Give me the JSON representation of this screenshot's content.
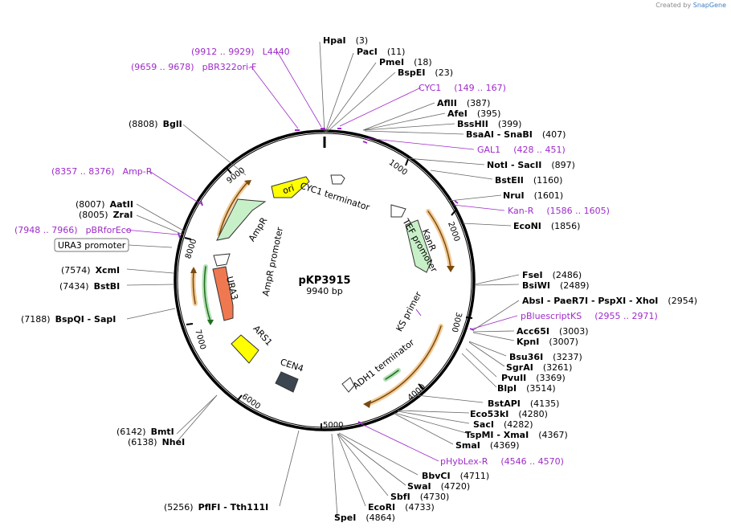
{
  "credit": {
    "prefix": "Created by",
    "brand": "SnapGene"
  },
  "plasmid": {
    "name": "pKP3915",
    "size": "9940 bp"
  },
  "tick_labels": [
    "1000",
    "2000",
    "3000",
    "4000",
    "5000",
    "6000",
    "7000",
    "8000",
    "9000"
  ],
  "sites_left": [
    {
      "pos": "(8808)",
      "name": "BglI"
    },
    {
      "pos": "(8007)",
      "name": "AatII"
    },
    {
      "pos": "(8005)",
      "name": "ZraI"
    },
    {
      "pos": "(7574)",
      "name": "XcmI"
    },
    {
      "pos": "(7434)",
      "name": "BstBI"
    },
    {
      "pos": "(7188)",
      "name": "BspQI  - SapI"
    },
    {
      "pos": "(6142)",
      "name": "BmtI"
    },
    {
      "pos": "(6138)",
      "name": "NheI"
    },
    {
      "pos": "(5256)",
      "name": "PflFI  - Tth111I"
    }
  ],
  "sites_right": [
    {
      "name": "HpaI",
      "pos": "(3)"
    },
    {
      "name": "PacI",
      "pos": "(11)"
    },
    {
      "name": "PmeI",
      "pos": "(18)"
    },
    {
      "name": "BspEI",
      "pos": "(23)"
    },
    {
      "name": "AflII",
      "pos": "(387)"
    },
    {
      "name": "AfeI",
      "pos": "(395)"
    },
    {
      "name": "BssHII",
      "pos": "(399)"
    },
    {
      "name": "BsaAI  - SnaBI",
      "pos": "(407)"
    },
    {
      "name": "NotI  - SacII",
      "pos": "(897)"
    },
    {
      "name": "BstEII",
      "pos": "(1160)"
    },
    {
      "name": "NruI",
      "pos": "(1601)"
    },
    {
      "name": "EcoNI",
      "pos": "(1856)"
    },
    {
      "name": "FseI",
      "pos": "(2486)"
    },
    {
      "name": "BsiWI",
      "pos": "(2489)"
    },
    {
      "name": "AbsI  - PaeR7I  - PspXI  - XhoI",
      "pos": "(2954)"
    },
    {
      "name": "Acc65I",
      "pos": "(3003)"
    },
    {
      "name": "KpnI",
      "pos": "(3007)"
    },
    {
      "name": "Bsu36I",
      "pos": "(3237)"
    },
    {
      "name": "SgrAI",
      "pos": "(3261)"
    },
    {
      "name": "PvuII",
      "pos": "(3369)"
    },
    {
      "name": "BlpI",
      "pos": "(3514)"
    },
    {
      "name": "BstAPI",
      "pos": "(4135)"
    },
    {
      "name": "Eco53kI",
      "pos": "(4280)"
    },
    {
      "name": "SacI",
      "pos": "(4282)"
    },
    {
      "name": "TspMI  - XmaI",
      "pos": "(4367)"
    },
    {
      "name": "SmaI",
      "pos": "(4369)"
    },
    {
      "name": "BbvCI",
      "pos": "(4711)"
    },
    {
      "name": "SwaI",
      "pos": "(4720)"
    },
    {
      "name": "SbfI",
      "pos": "(4730)"
    },
    {
      "name": "EcoRI",
      "pos": "(4733)"
    },
    {
      "name": "SpeI",
      "pos": "(4864)"
    }
  ],
  "primers": [
    {
      "range": "(9912 .. 9929)",
      "name": "L4440"
    },
    {
      "range": "(9659 .. 9678)",
      "name": "pBR322ori-F"
    },
    {
      "name": "CYC1",
      "range": "(149 .. 167)"
    },
    {
      "name": "GAL1",
      "range": "(428 .. 451)"
    },
    {
      "name": "Kan-R",
      "range": "(1586 .. 1605)"
    },
    {
      "name": "pBluescriptKS",
      "range": "(2955 .. 2971)"
    },
    {
      "name": "pHybLex-R",
      "range": "(4546 .. 4570)"
    },
    {
      "range": "(8357 .. 8376)",
      "name": "Amp-R"
    },
    {
      "range": "(7948 .. 7966)",
      "name": "pBRforEco"
    }
  ],
  "boxed_feature": "URA3 promoter",
  "features": {
    "ori": "ori",
    "kanr": "KanR",
    "ampr": "AmpR",
    "ura3": "URA3",
    "cyc1": "CYC1 terminator",
    "tef": "TEF promoter",
    "ks": "KS primer",
    "adh1": "ADH1 terminator",
    "cen4": "CEN4",
    "ars1": "ARS1",
    "amprprom": "AmpR promoter"
  },
  "colors": {
    "primer": "#9e2bc9",
    "ori": "#ffff00",
    "kanr": "#c8f0c8",
    "ura3": "#f07850",
    "cen4": "#3c4650",
    "orf": "#e8a040",
    "backbone": "#000000"
  }
}
